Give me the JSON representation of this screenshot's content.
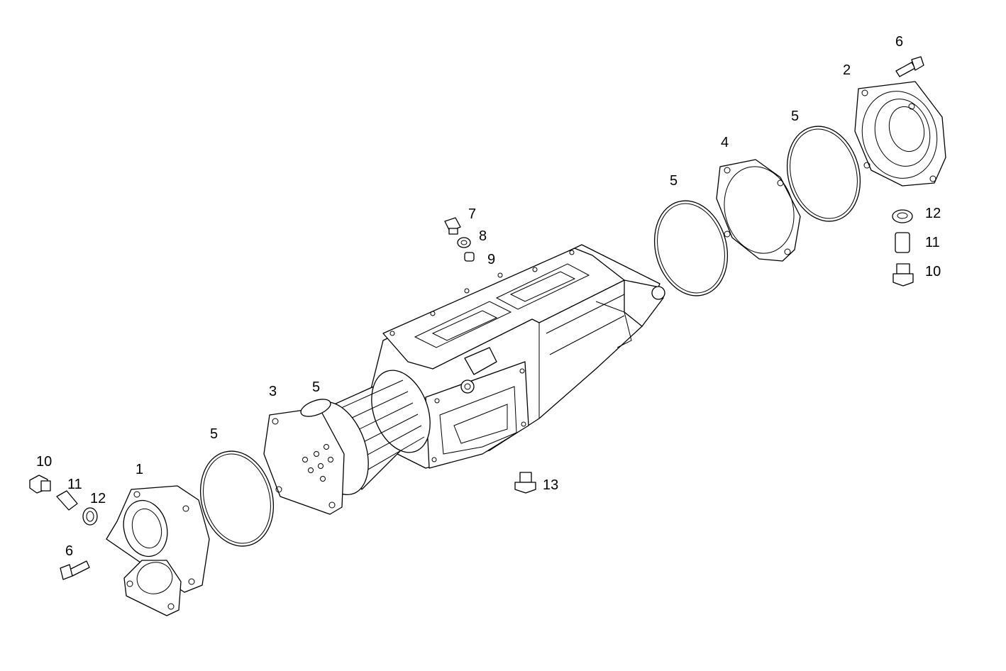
{
  "callouts": {
    "end_cover_front": "1",
    "end_cover_rear": "2",
    "filter_cover": "3",
    "gasket_plate": "4",
    "seal_ring_front": "5",
    "seal_ring_filter": "5",
    "seal_ring_mid": "5",
    "seal_ring_rear": "5",
    "screw_rear": "6",
    "screw_front": "6",
    "plug_top": "7",
    "washer_top": "8",
    "insert_top": "9",
    "drain_plug_left": "10",
    "magnet_left": "11",
    "washer_left": "12",
    "drain_plug_right": "10",
    "magnet_right": "11",
    "washer_right": "12",
    "plug_bottom": "13"
  }
}
